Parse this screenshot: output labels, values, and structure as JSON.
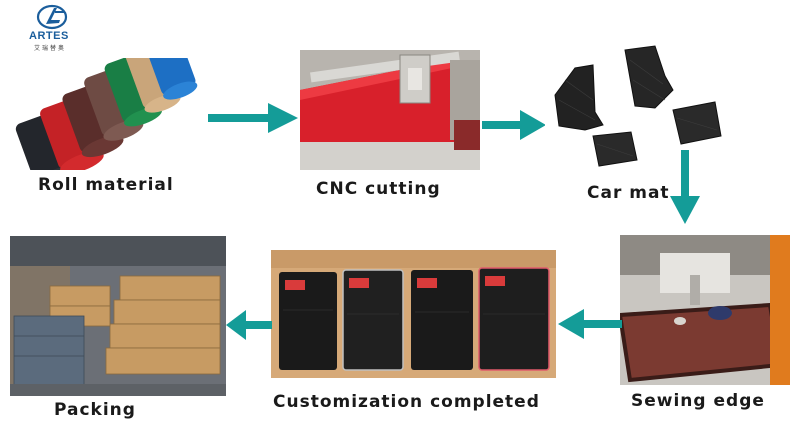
{
  "brand": {
    "name": "ARTES",
    "subtitle": "艾瑞替奥",
    "accent_color": "#1b5e9c"
  },
  "arrow_color": "#149c98",
  "steps": [
    {
      "label": "Roll material",
      "icon": "roll-material-photo"
    },
    {
      "label": "CNC cutting",
      "icon": "cnc-cutting-photo"
    },
    {
      "label": "Car mat",
      "icon": "car-mat-photo"
    },
    {
      "label": "Sewing edge",
      "icon": "sewing-edge-photo"
    },
    {
      "label": "Customization completed",
      "icon": "customization-photo"
    },
    {
      "label": "Packing",
      "icon": "packing-photo"
    }
  ]
}
